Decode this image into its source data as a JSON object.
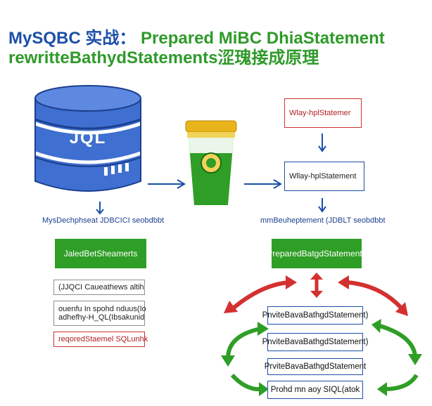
{
  "title": {
    "part1": "MySQBC 实战：",
    "part2": "Prepared MiBC DhiaStatement",
    "line2": "rewritteBathydStatements涩瑰接成原理"
  },
  "database": {
    "label": "JQL"
  },
  "captions": {
    "left": "MysDechphseat JDBCICI seobdbbt",
    "right": "mmBeuheptement (JDBLT seobdbbt"
  },
  "right_flow": {
    "top_box": "Wlay-hplStatemer",
    "mid_box": "Wllay-hplStatement"
  },
  "left_panel": {
    "header": "JaledBetSheamerts",
    "items": [
      "(JJQCI Caueathews altih",
      "ouenfu In spohd nduus(Io",
      "adhefhy-H_QL(Ibsakunid",
      "reqoredStaemel SQLunhk"
    ]
  },
  "right_panel": {
    "header": "PreparedBatgdStatements",
    "items": [
      "PnviteBavaBathgdStatement)",
      "PnviteBavaBathgdStatement)",
      "PrviteBavaBathgdStatement",
      "Prohd mn aoy SIQL(atok"
    ]
  },
  "colors": {
    "blue": "#1c4fa8",
    "green": "#2f9e26",
    "red": "#d43030",
    "db_blue": "#3f6fd0",
    "cup_yellow": "#e8b41a"
  }
}
